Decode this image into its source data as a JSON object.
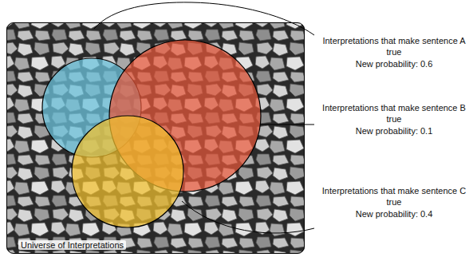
{
  "diagram": {
    "nodes": [
      {
        "text": [
          "Universe of Interpretations"
        ]
      }
    ],
    "labels": [
      "Interpretations that make sentence A true",
      "New probability: 0.6",
      "Interpretations that make sentence B true",
      "New probability: 0.1",
      "Interpretations that make sentence C true",
      "New probability: 0.4"
    ]
  }
}
